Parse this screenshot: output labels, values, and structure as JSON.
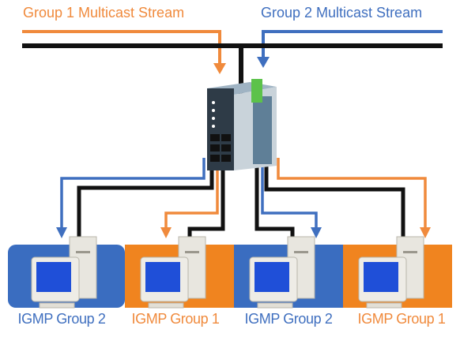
{
  "streams": {
    "group1": {
      "label": "Group 1 Multicast Stream",
      "color": "#f08a3c"
    },
    "group2": {
      "label": "Group 2 Multicast Stream",
      "color": "#3f6fbf"
    }
  },
  "bus_color": "#111111",
  "switch": {
    "body_color": "#5f7f97",
    "panel_color": "#2e3b47",
    "accent_color": "#5cc24a"
  },
  "hosts": [
    {
      "label": "IGMP Group 2",
      "group": 2,
      "band_color": "#3a6dc0"
    },
    {
      "label": "IGMP Group 1",
      "group": 1,
      "band_color": "#f0841f"
    },
    {
      "label": "IGMP Group 2",
      "group": 2,
      "band_color": "#3a6dc0"
    },
    {
      "label": "IGMP Group 1",
      "group": 1,
      "band_color": "#f0841f"
    }
  ],
  "label_colors": {
    "group1": "#f08a3c",
    "group2": "#3f6fbf"
  }
}
